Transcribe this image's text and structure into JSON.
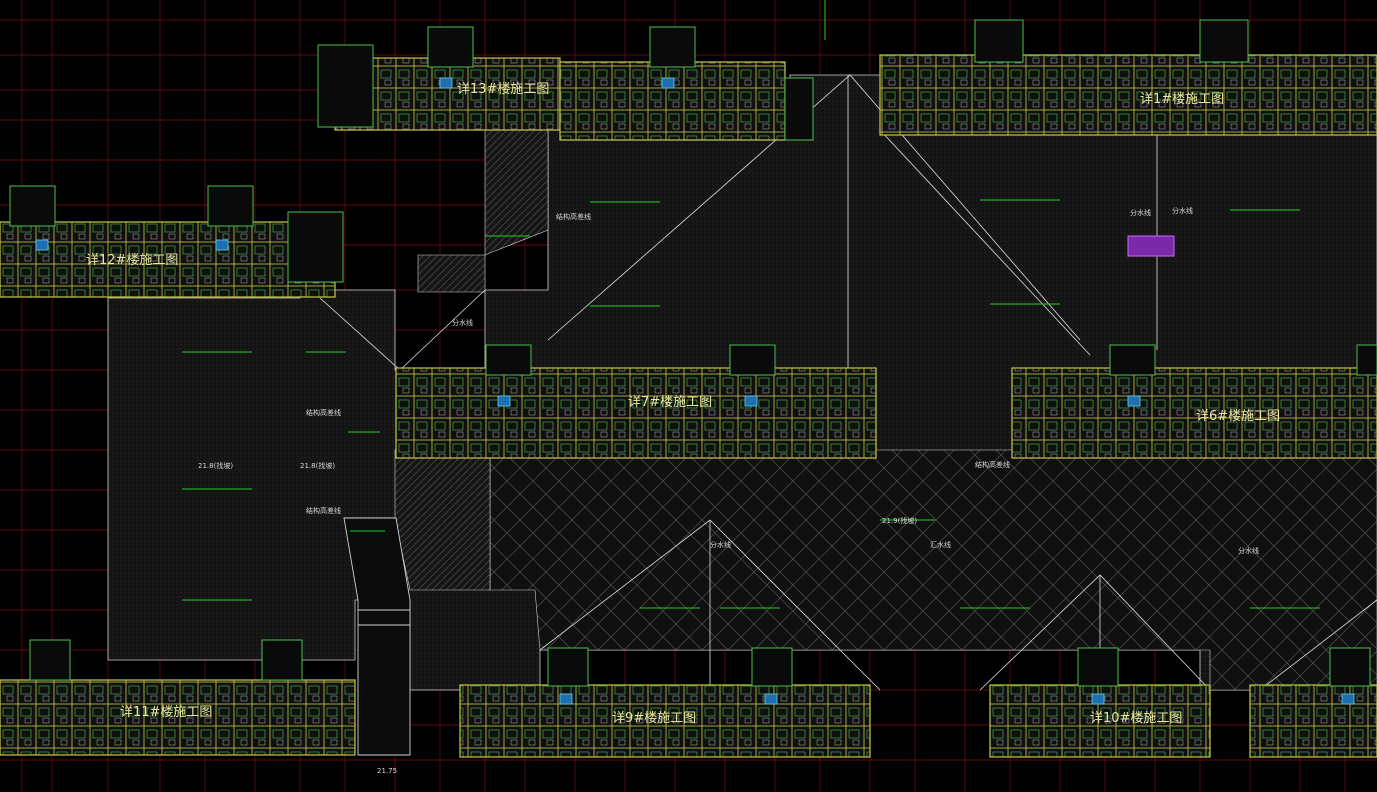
{
  "colors": {
    "background": "#000000",
    "grid": "#7a0f0f",
    "wall": "#c8c84a",
    "slab": "#1c1c1c",
    "hatch": "#555555",
    "annotation": "#22cc22",
    "room_outline": "#4cbf4c",
    "stair": "#66ccee",
    "highlight": "#9933cc"
  },
  "labels": {
    "building_a": "详13#楼施工图",
    "building_b": "详1#楼施工图",
    "building_c": "详12#楼施工图",
    "building_d": "详7#楼施工图",
    "building_e": "详6#楼施工图",
    "building_f": "详11#楼施工图",
    "building_g": "详9#楼施工图",
    "building_h": "详10#楼施工图",
    "note_1": "结构高差线",
    "note_2": "结构高差线",
    "note_3": "结构高差线",
    "note_4": "结构高差线",
    "note_5": "分水线",
    "note_6": "分水线",
    "note_7": "分水线",
    "note_8": "分水线",
    "note_9": "分水线",
    "note_10": "汇水线",
    "elev_1": "21.75",
    "elev_2": "21.8(找坡)",
    "elev_3": "21.8(找坡)",
    "elev_4": "21.9(找坡)"
  }
}
